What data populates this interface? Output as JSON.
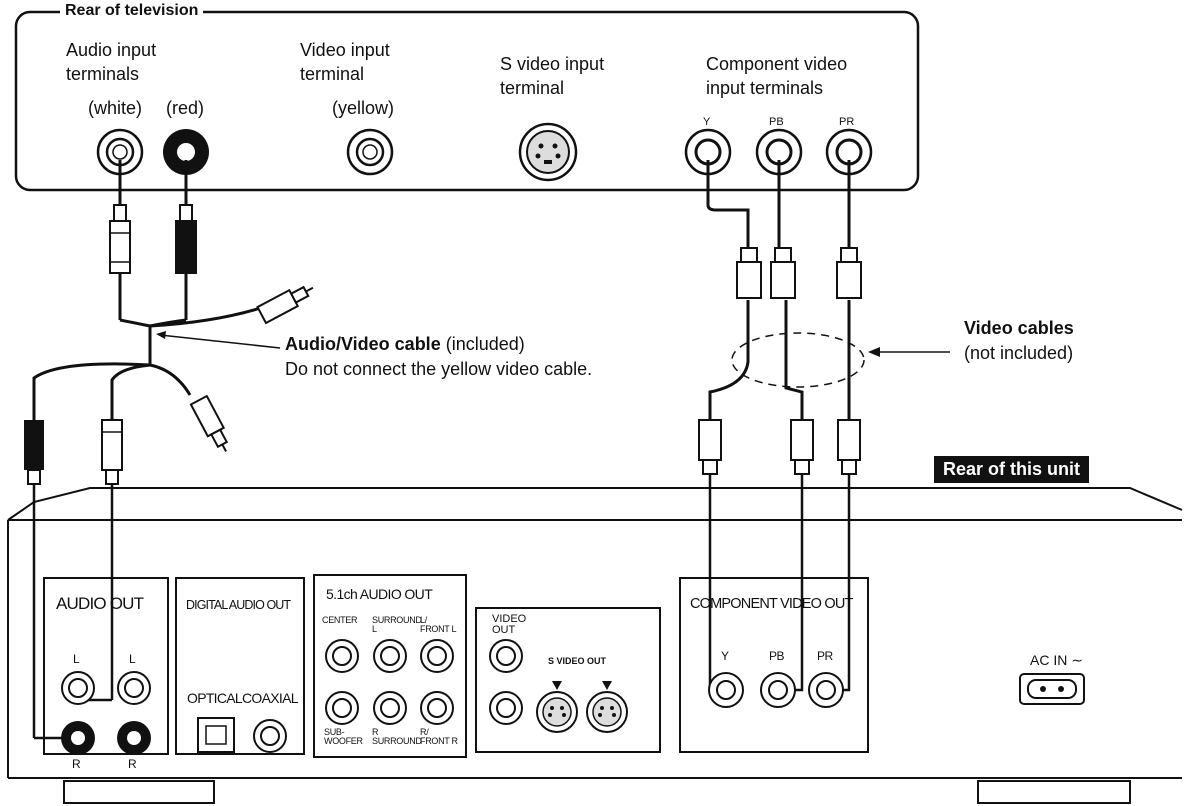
{
  "tv": {
    "title": "Rear of television",
    "audio_label": "Audio input terminals",
    "audio_line1": "Audio input",
    "audio_line2": "terminals",
    "white": "(white)",
    "red": "(red)",
    "video_line1": "Video input",
    "video_line2": "terminal",
    "yellow": "(yellow)",
    "svideo_line1": "S video input",
    "svideo_line2": "terminal",
    "comp_line1": "Component video",
    "comp_line2": "input terminals",
    "y": "Y",
    "pb": "PB",
    "pr": "PR"
  },
  "cable": {
    "av_bold": "Audio/Video cable",
    "av_suffix": " (included)",
    "av_note": "Do not connect the yellow video cable.",
    "video_bold": "Video cables",
    "video_note": "(not included)"
  },
  "unit": {
    "title": "Rear of this unit",
    "audio_out": "AUDIO OUT",
    "l": "L",
    "r": "R",
    "digital_audio_out": "DIGITAL AUDIO OUT",
    "optical": "OPTICAL",
    "coaxial": "COAXIAL",
    "ch51": "5.1ch AUDIO OUT",
    "center": "CENTER",
    "surround_l1": "SURROUND",
    "surround_l2": "L",
    "front_l1": "L/",
    "front_l2": "FRONT L",
    "sub1": "SUB-",
    "sub2": "WOOFER",
    "surround_r1": "R",
    "surround_r2": "SURROUND",
    "front_r1": "R/",
    "front_r2": "FRONT R",
    "video_out1": "VIDEO",
    "video_out2": "OUT",
    "s_video_out": "S VIDEO OUT",
    "component_video_out": "COMPONENT VIDEO OUT",
    "y": "Y",
    "pb": "PB",
    "pr": "PR",
    "ac_in": "AC IN ∼"
  }
}
